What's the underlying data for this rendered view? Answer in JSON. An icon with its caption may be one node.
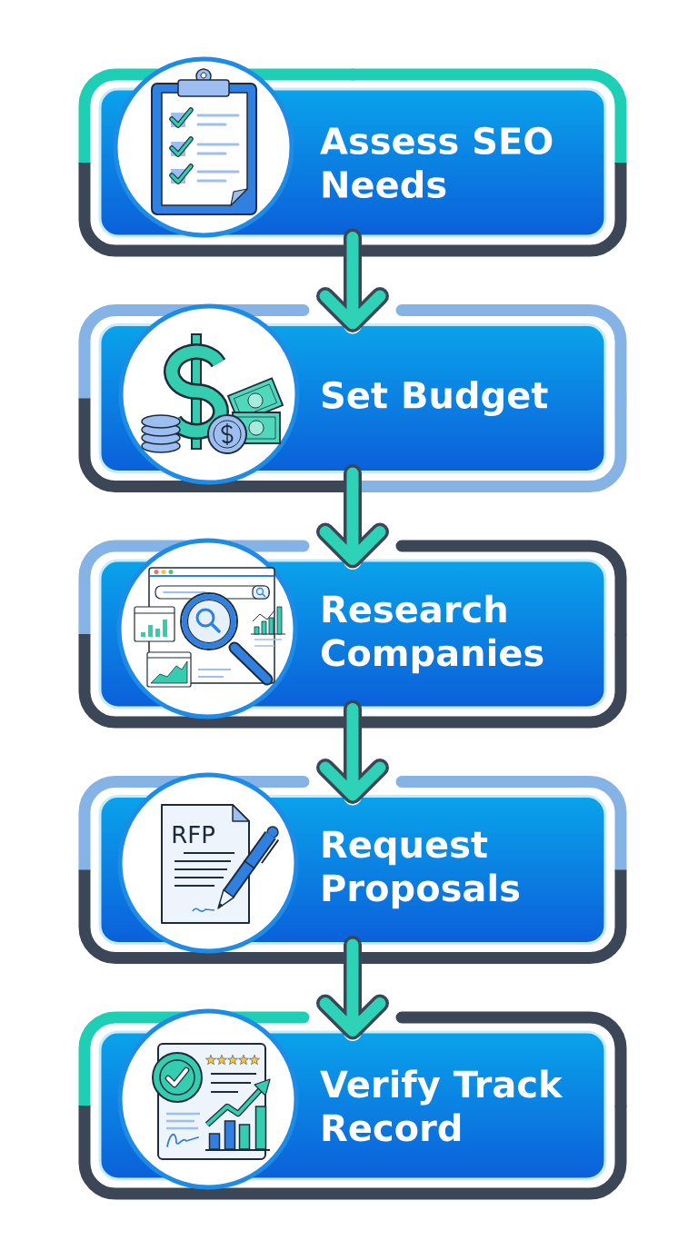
{
  "diagram": {
    "nodes": [
      {
        "text": [
          "Assess SEO Needs"
        ]
      },
      {
        "text": [
          "Set Budget"
        ]
      },
      {
        "text": [
          "Research Companies"
        ]
      },
      {
        "text": [
          "Request Proposals"
        ]
      },
      {
        "text": [
          "Verify Track Record"
        ]
      }
    ],
    "edges": [
      {
        "from": 0,
        "to": 1,
        "arrow": "to"
      },
      {
        "from": 1,
        "to": 2,
        "arrow": "to"
      },
      {
        "from": 2,
        "to": 3,
        "arrow": "to"
      },
      {
        "from": 3,
        "to": 4,
        "arrow": "to"
      }
    ],
    "labels": [
      "RFP"
    ]
  }
}
